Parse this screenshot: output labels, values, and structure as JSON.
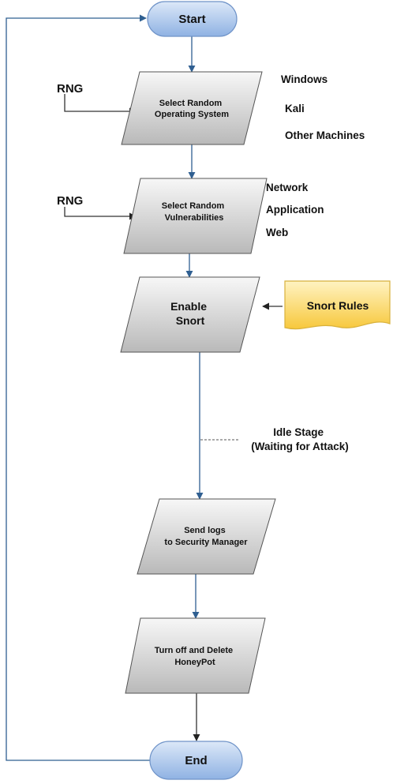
{
  "nodes": {
    "start": {
      "label": "Start"
    },
    "select_os": {
      "lines": [
        "Select Random",
        "Operating System"
      ]
    },
    "select_vuln": {
      "lines": [
        "Select Random",
        "Vulnerabilities"
      ]
    },
    "enable_snort": {
      "lines": [
        "Enable",
        "Snort"
      ]
    },
    "send_logs": {
      "lines": [
        "Send logs",
        "to Security Manager"
      ]
    },
    "turn_off": {
      "lines": [
        "Turn off and Delete",
        "HoneyPot"
      ]
    },
    "end": {
      "label": "End"
    }
  },
  "rng_labels": [
    "RNG",
    "RNG"
  ],
  "os_options": [
    "Windows",
    "Kali",
    "Other Machines"
  ],
  "vuln_options": [
    "Network",
    "Application",
    "Web"
  ],
  "snort_rules": {
    "label": "Snort Rules"
  },
  "idle_stage": {
    "lines": [
      "Idle Stage",
      "(Waiting for Attack)"
    ]
  },
  "colors": {
    "terminal_fill": "#a9c5ec",
    "terminal_stroke": "#6f93c8",
    "process_fill": "#d6d6d6",
    "document_fill": "#fcd96b",
    "document_stroke": "#d8b13c",
    "line": "#2f5f91"
  }
}
